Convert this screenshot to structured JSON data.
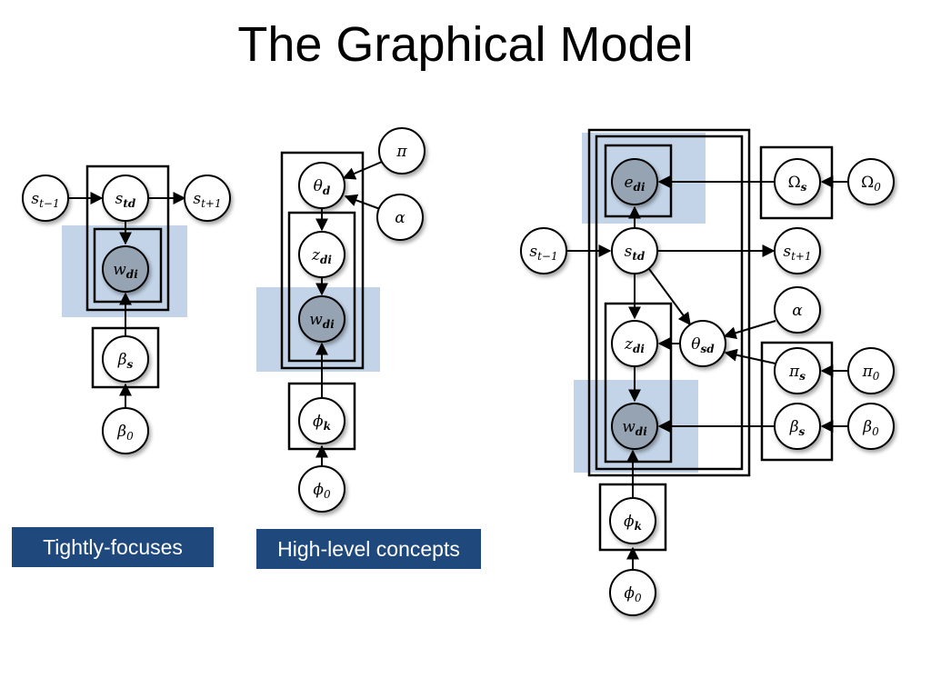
{
  "slide": {
    "title": "The Graphical Model"
  },
  "labels": {
    "left": "Tightly-focuses",
    "middle": "High-level concepts"
  },
  "nodes": {
    "s_prev": {
      "base": "s",
      "sub": "t−1"
    },
    "s_td": {
      "base": "s",
      "sub": "td"
    },
    "s_next": {
      "base": "s",
      "sub": "t+1"
    },
    "w_di": {
      "base": "w",
      "sub": "di"
    },
    "beta_s": {
      "base": "β",
      "sub": "s"
    },
    "beta_0": {
      "base": "β",
      "sub": "0"
    },
    "pi": {
      "base": "π",
      "sub": ""
    },
    "alpha": {
      "base": "α",
      "sub": ""
    },
    "theta_d": {
      "base": "θ",
      "sub": "d"
    },
    "z_di": {
      "base": "z",
      "sub": "di"
    },
    "phi_k": {
      "base": "ϕ",
      "sub": "k"
    },
    "phi_0": {
      "base": "ϕ",
      "sub": "0"
    },
    "e_di": {
      "base": "e",
      "sub": "di"
    },
    "omega_s": {
      "base": "Ω",
      "sub": "s"
    },
    "omega_0": {
      "base": "Ω",
      "sub": "0"
    },
    "theta_sd": {
      "base": "θ",
      "sub": "sd"
    },
    "pi_s": {
      "base": "π",
      "sub": "s"
    },
    "pi_0": {
      "base": "π",
      "sub": "0"
    }
  },
  "colors": {
    "highlight": "#b8cce4",
    "observed_node": "#95a3b3",
    "label_bg": "#1f497d"
  }
}
